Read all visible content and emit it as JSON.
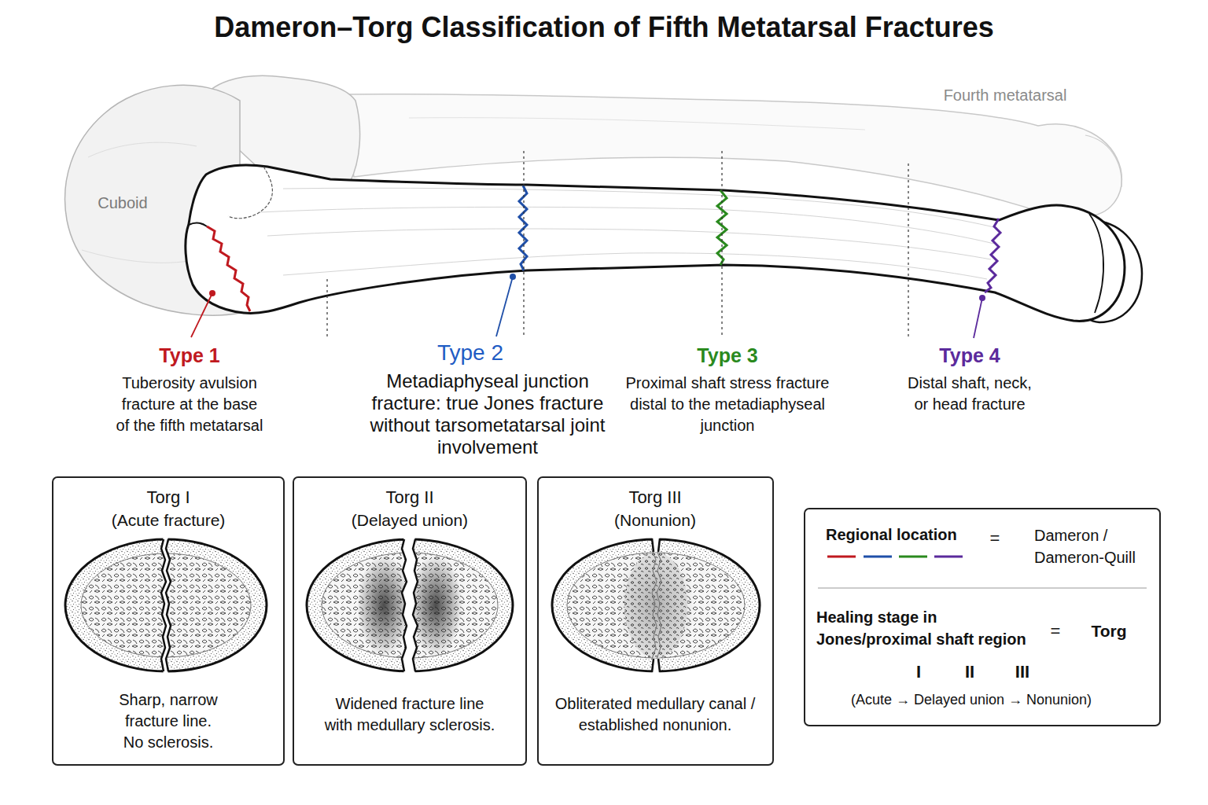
{
  "diagram": {
    "title": "Dameron–Torg Classification of Fifth Metatarsal Fractures",
    "nodes": [
      {
        "text": [
          "Torg I",
          "(Acute fracture)",
          "Sharp, narrow fracture line. No sclerosis."
        ]
      },
      {
        "text": [
          "Torg II",
          "(Delayed union)",
          "Widened fracture line with medullary sclerosis."
        ]
      },
      {
        "text": [
          "Torg III",
          "(Nonunion)",
          "Obliterated medullary canal / established nonunion."
        ]
      },
      {
        "text": [
          "Regional location",
          "=",
          "Dameron / Dameron-Quill",
          "Healing stage in Jones/proximal shaft region",
          "=",
          "Torg",
          "I",
          "II",
          "III",
          "(Acute → Delayed union → Nonunion)"
        ]
      }
    ],
    "labels": [
      "Cuboid",
      "Fourth metatarsal",
      "Type 1",
      "Tuberosity avulsion fracture at the base of the fifth metatarsal",
      "Type 2",
      "Metadiaphyseal junction fracture: true Jones fracture without tarsometatarsal joint involvement",
      "Type 3",
      "Proximal shaft stress fracture distal to the metadiaphyseal junction",
      "Type 4",
      "Distal shaft, neck, or head fracture"
    ]
  }
}
